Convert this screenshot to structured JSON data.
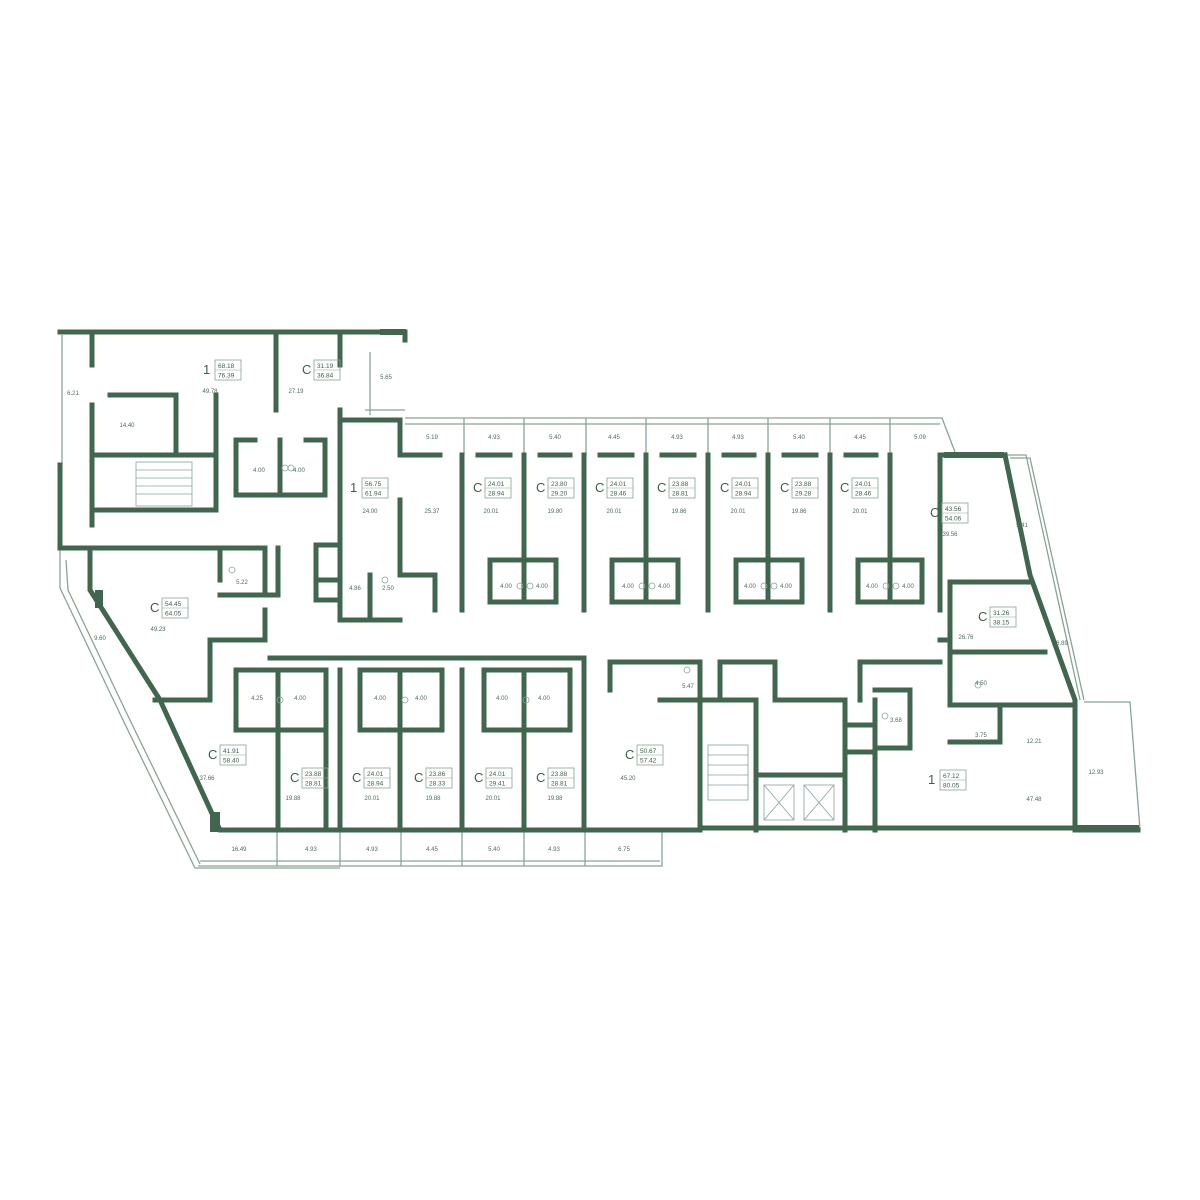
{
  "palette": {
    "wall": "#416650",
    "thin": "#8aa394",
    "text": "#4f6b5a",
    "bg": "#ffffff"
  },
  "apartments": [
    {
      "id": "a01",
      "type": "1",
      "living": "68.18",
      "total": "76.39"
    },
    {
      "id": "a02",
      "type": "C",
      "living": "31.19",
      "total": "36.84"
    },
    {
      "id": "a03",
      "type": "1",
      "living": "56.75",
      "total": "61.94"
    },
    {
      "id": "a04",
      "type": "C",
      "living": "24.01",
      "total": "28.94"
    },
    {
      "id": "a05",
      "type": "C",
      "living": "23.80",
      "total": "29.20"
    },
    {
      "id": "a06",
      "type": "C",
      "living": "24.01",
      "total": "28.46"
    },
    {
      "id": "a07",
      "type": "C",
      "living": "23.88",
      "total": "28.81"
    },
    {
      "id": "a08",
      "type": "C",
      "living": "24.01",
      "total": "28.94"
    },
    {
      "id": "a09",
      "type": "C",
      "living": "23.88",
      "total": "29.28"
    },
    {
      "id": "a10",
      "type": "C",
      "living": "24.01",
      "total": "28.46"
    },
    {
      "id": "a11",
      "type": "C",
      "living": "43.56",
      "total": "54.06"
    },
    {
      "id": "a12",
      "type": "C",
      "living": "54.45",
      "total": "64.05"
    },
    {
      "id": "a13",
      "type": "C",
      "living": "31.26",
      "total": "38.15"
    },
    {
      "id": "a14",
      "type": "C",
      "living": "41.91",
      "total": "58.40"
    },
    {
      "id": "a15",
      "type": "C",
      "living": "23.88",
      "total": "28.81"
    },
    {
      "id": "a16",
      "type": "C",
      "living": "24.01",
      "total": "28.94"
    },
    {
      "id": "a17",
      "type": "C",
      "living": "23.86",
      "total": "28.33"
    },
    {
      "id": "a18",
      "type": "C",
      "living": "24.01",
      "total": "29.41"
    },
    {
      "id": "a19",
      "type": "C",
      "living": "23.88",
      "total": "28.81"
    },
    {
      "id": "a20",
      "type": "C",
      "living": "50.67",
      "total": "57.42"
    },
    {
      "id": "a21",
      "type": "1",
      "living": "67.12",
      "total": "80.05"
    }
  ],
  "room_areas": {
    "r01": "6.21",
    "r02": "14.40",
    "r03": "49.78",
    "r04": "27.19",
    "r05": "5.65",
    "r06": "4.00",
    "r07": "4.00",
    "r08": "5.19",
    "r09": "4.93",
    "r10": "5.40",
    "r11": "4.45",
    "r12": "4.93",
    "r13": "4.93",
    "r14": "5.40",
    "r15": "4.45",
    "r16": "5.09",
    "r17": "24.00",
    "r18": "25.37",
    "r19": "20.01",
    "r20": "19.80",
    "r21": "20.01",
    "r22": "19.86",
    "r23": "20.01",
    "r24": "19.86",
    "r25": "20.01",
    "r26": "39.56",
    "r27": "5.41",
    "r28": "4.00",
    "r29": "4.00",
    "r30": "4.00",
    "r31": "4.00",
    "r32": "4.00",
    "r33": "4.00",
    "r34": "4.00",
    "r35": "4.00",
    "r36": "4.86",
    "r37": "2.50",
    "r38": "5.22",
    "r39": "49.23",
    "r40": "9.60",
    "r41": "26.76",
    "r42": "6.89",
    "r43": "4.25",
    "r44": "4.00",
    "r45": "4.00",
    "r46": "4.00",
    "r47": "4.00",
    "r48": "4.00",
    "r49": "5.47",
    "r50": "4.50",
    "r51": "3.68",
    "r52": "3.75",
    "r53": "12.21",
    "r54": "37.66",
    "r55": "19.88",
    "r56": "20.01",
    "r57": "19.88",
    "r58": "20.01",
    "r59": "19.88",
    "r60": "45.20",
    "r61": "47.48",
    "r62": "12.93",
    "r63": "16.49",
    "r64": "4.93",
    "r65": "4.93",
    "r66": "4.45",
    "r67": "5.40",
    "r68": "4.93",
    "r69": "6.75"
  }
}
